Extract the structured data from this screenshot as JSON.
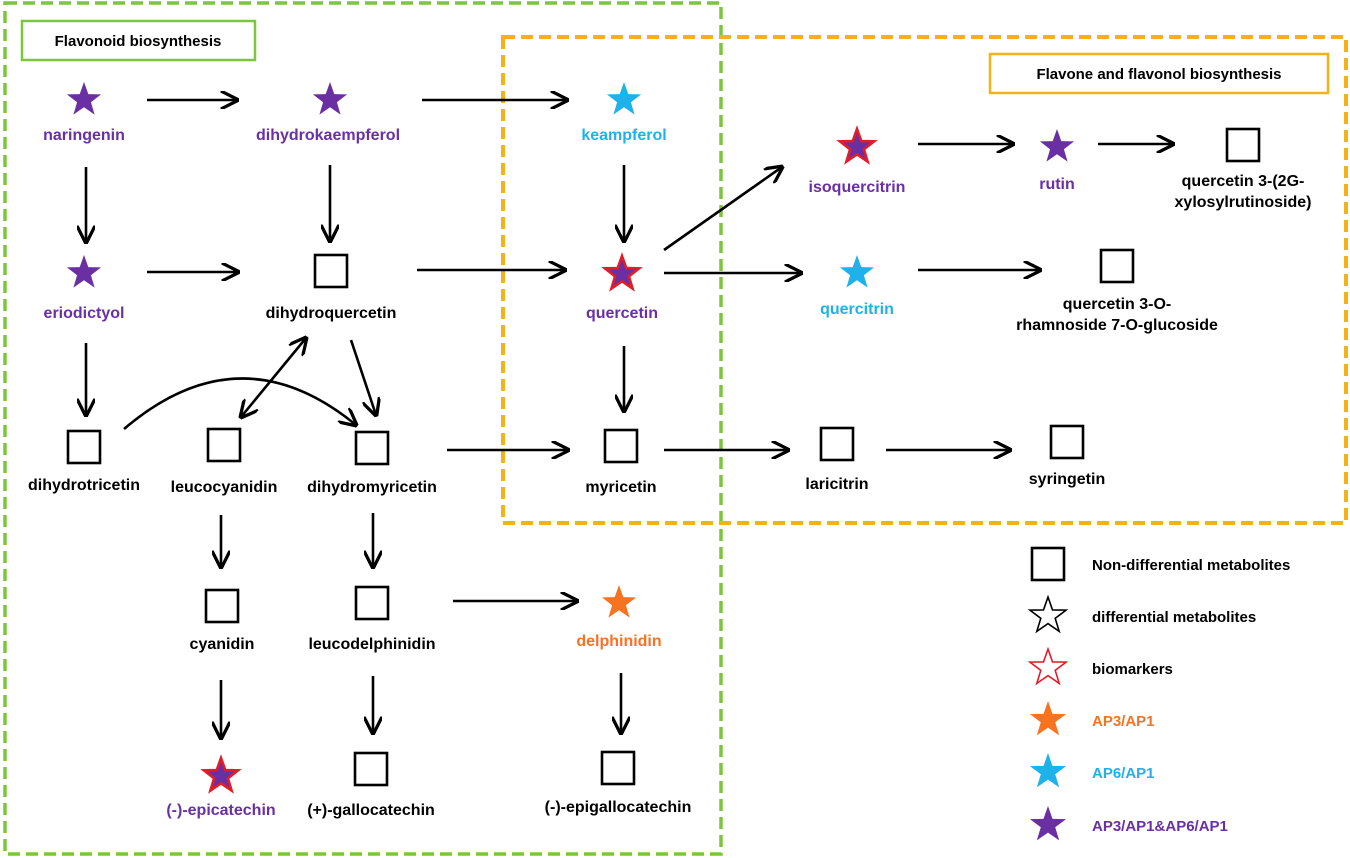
{
  "colors": {
    "purple": "#6a2fa3",
    "blue": "#1fb2ea",
    "orange": "#f7731f",
    "red": "#e21d2a",
    "black": "#000000",
    "green_border": "#7cc63b",
    "yellow_border": "#f5b117"
  },
  "boxes": {
    "flavonoid": {
      "title": "Flavonoid biosynthesis"
    },
    "flavone": {
      "title": "Flavone and flavonol biosynthesis"
    }
  },
  "nodes": {
    "naringenin": {
      "label": "naringenin",
      "marker": "star",
      "fill": "purple",
      "outline": "none"
    },
    "dihydrokaempferol": {
      "label": "dihydrokaempferol",
      "marker": "star",
      "fill": "purple",
      "outline": "none"
    },
    "keampferol": {
      "label": "keampferol",
      "marker": "star",
      "fill": "blue",
      "outline": "none"
    },
    "isoquercitrin": {
      "label": "isoquercitrin",
      "marker": "star",
      "fill": "purple",
      "outline": "red"
    },
    "rutin": {
      "label": "rutin",
      "marker": "star",
      "fill": "purple",
      "outline": "none"
    },
    "quercetin_xylosyl": {
      "label": [
        "quercetin 3-(2G-",
        "xylosylrutinoside)"
      ],
      "marker": "square"
    },
    "eriodictyol": {
      "label": "eriodictyol",
      "marker": "star",
      "fill": "purple",
      "outline": "none"
    },
    "dihydroquercetin": {
      "label": "dihydroquercetin",
      "marker": "square"
    },
    "quercetin": {
      "label": "quercetin",
      "marker": "star",
      "fill": "purple",
      "outline": "red"
    },
    "quercitrin": {
      "label": "quercitrin",
      "marker": "star",
      "fill": "blue",
      "outline": "none"
    },
    "quercetin_rham": {
      "label": [
        "quercetin 3-O-",
        "rhamnoside 7-O-glucoside"
      ],
      "marker": "square"
    },
    "dihydrotricetin": {
      "label": "dihydrotricetin",
      "marker": "square"
    },
    "leucocyanidin": {
      "label": "leucocyanidin",
      "marker": "square"
    },
    "dihydromyricetin": {
      "label": "dihydromyricetin",
      "marker": "square"
    },
    "myricetin": {
      "label": "myricetin",
      "marker": "square"
    },
    "laricitrin": {
      "label": "laricitrin",
      "marker": "square"
    },
    "syringetin": {
      "label": "syringetin",
      "marker": "square"
    },
    "cyanidin": {
      "label": "cyanidin",
      "marker": "square"
    },
    "leucodelphinidin": {
      "label": "leucodelphinidin",
      "marker": "square"
    },
    "delphinidin": {
      "label": "delphinidin",
      "marker": "star",
      "fill": "orange",
      "outline": "none"
    },
    "epicatechin": {
      "label": "(-)-epicatechin",
      "marker": "star",
      "fill": "purple",
      "outline": "red"
    },
    "gallocatechin": {
      "label": "(+)-gallocatechin",
      "marker": "square"
    },
    "epigallocatechin": {
      "label": "(-)-epigallocatechin",
      "marker": "square"
    }
  },
  "legend": [
    {
      "label": "Non-differential metabolites",
      "marker": "square",
      "fill": "none",
      "outline": "black",
      "text_color": "black"
    },
    {
      "label": "differential metabolites",
      "marker": "star",
      "fill": "none",
      "outline": "black",
      "text_color": "black"
    },
    {
      "label": "biomarkers",
      "marker": "star",
      "fill": "none",
      "outline": "red",
      "text_color": "black"
    },
    {
      "label": "AP3/AP1",
      "marker": "star",
      "fill": "orange",
      "outline": "none",
      "text_color": "orange"
    },
    {
      "label": "AP6/AP1",
      "marker": "star",
      "fill": "blue",
      "outline": "none",
      "text_color": "blue"
    },
    {
      "label": "AP3/AP1&AP6/AP1",
      "marker": "star",
      "fill": "purple",
      "outline": "none",
      "text_color": "purple"
    }
  ],
  "edges": [
    {
      "from": "naringenin",
      "to": "dihydrokaempferol"
    },
    {
      "from": "dihydrokaempferol",
      "to": "keampferol"
    },
    {
      "from": "naringenin",
      "to": "eriodictyol"
    },
    {
      "from": "dihydrokaempferol",
      "to": "dihydroquercetin"
    },
    {
      "from": "keampferol",
      "to": "quercetin"
    },
    {
      "from": "eriodictyol",
      "to": "dihydroquercetin"
    },
    {
      "from": "dihydroquercetin",
      "to": "quercetin"
    },
    {
      "from": "quercetin",
      "to": "isoquercitrin"
    },
    {
      "from": "quercetin",
      "to": "quercitrin"
    },
    {
      "from": "isoquercitrin",
      "to": "rutin"
    },
    {
      "from": "rutin",
      "to": "quercetin_xylosyl"
    },
    {
      "from": "quercitrin",
      "to": "quercetin_rham"
    },
    {
      "from": "eriodictyol",
      "to": "dihydrotricetin"
    },
    {
      "from": "dihydrotricetin",
      "to": "dihydromyricetin",
      "curved": true
    },
    {
      "from": "dihydroquercetin",
      "to": "leucocyanidin",
      "bidirectional": true
    },
    {
      "from": "dihydroquercetin",
      "to": "dihydromyricetin"
    },
    {
      "from": "quercetin",
      "to": "myricetin"
    },
    {
      "from": "dihydromyricetin",
      "to": "myricetin"
    },
    {
      "from": "myricetin",
      "to": "laricitrin"
    },
    {
      "from": "laricitrin",
      "to": "syringetin"
    },
    {
      "from": "leucocyanidin",
      "to": "cyanidin"
    },
    {
      "from": "dihydromyricetin",
      "to": "leucodelphinidin"
    },
    {
      "from": "leucodelphinidin",
      "to": "delphinidin"
    },
    {
      "from": "cyanidin",
      "to": "epicatechin"
    },
    {
      "from": "leucodelphinidin",
      "to": "gallocatechin"
    },
    {
      "from": "delphinidin",
      "to": "epigallocatechin"
    }
  ]
}
